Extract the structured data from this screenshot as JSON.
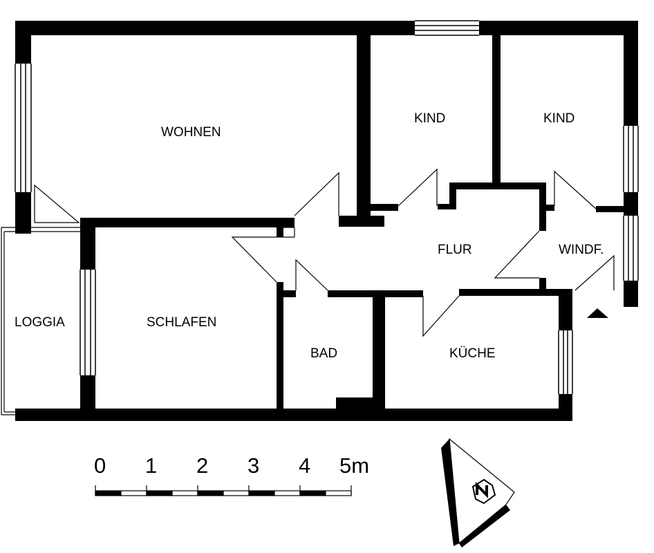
{
  "rooms": {
    "wohnen": "WOHNEN",
    "kind1": "KIND",
    "kind2": "KIND",
    "flur": "FLUR",
    "windf": "WINDF.",
    "loggia": "LOGGIA",
    "schlafen": "SCHLAFEN",
    "bad": "BAD",
    "kueche": "KÜCHE"
  },
  "scale_bar": {
    "labels": [
      "0",
      "1",
      "2",
      "3",
      "4",
      "5m"
    ]
  },
  "colors": {
    "wall": "#000000",
    "background": "#ffffff"
  }
}
